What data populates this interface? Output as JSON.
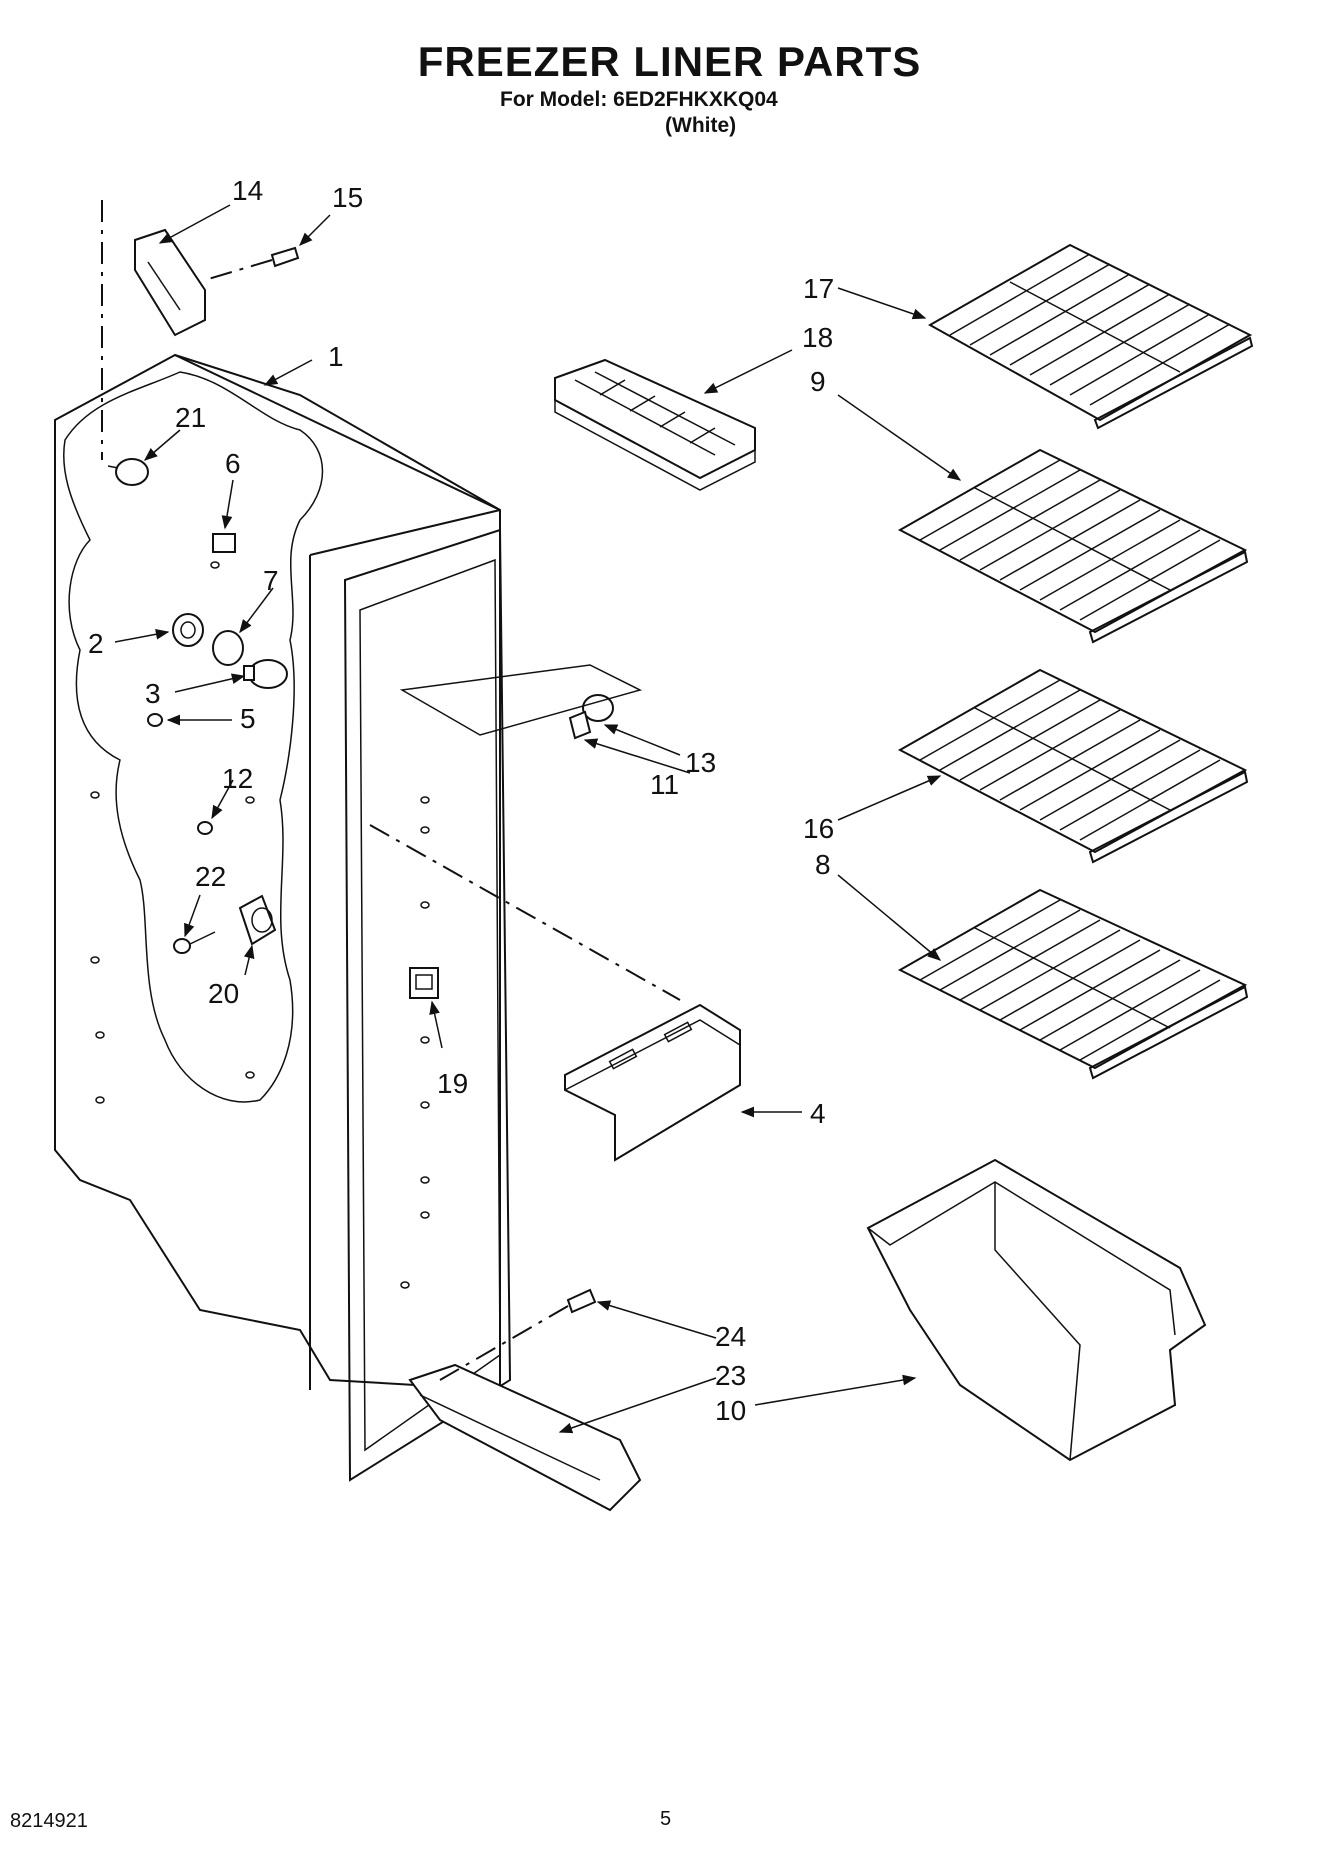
{
  "header": {
    "title": "FREEZER LINER PARTS",
    "model_line": "For Model: 6ED2FHKXKQ04",
    "variant": "(White)"
  },
  "callouts": {
    "c1": "1",
    "c2": "2",
    "c3": "3",
    "c4": "4",
    "c5": "5",
    "c6": "6",
    "c7": "7",
    "c8": "8",
    "c9": "9",
    "c10": "10",
    "c11": "11",
    "c12": "12",
    "c13": "13",
    "c14": "14",
    "c15": "15",
    "c16": "16",
    "c17": "17",
    "c18": "18",
    "c19": "19",
    "c20": "20",
    "c21": "21",
    "c22": "22",
    "c23": "23",
    "c24": "24"
  },
  "footer": {
    "doc_number": "8214921",
    "page_number": "5"
  }
}
